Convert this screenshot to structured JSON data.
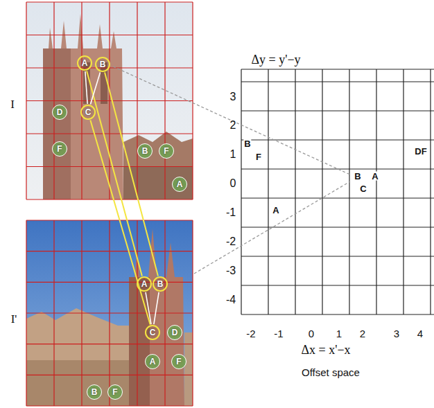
{
  "diagram": {
    "nodes": [
      {
        "text": [
          "A"
        ]
      },
      {
        "text": [
          "B"
        ]
      },
      {
        "text": [
          "C"
        ]
      },
      {
        "text": [
          "D"
        ]
      },
      {
        "text": [
          "F"
        ]
      },
      {
        "text": [
          "B"
        ]
      },
      {
        "text": [
          "F"
        ]
      },
      {
        "text": [
          "A"
        ]
      },
      {
        "text": [
          "A"
        ]
      },
      {
        "text": [
          "B"
        ]
      },
      {
        "text": [
          "C"
        ]
      },
      {
        "text": [
          "D"
        ]
      },
      {
        "text": [
          "A"
        ]
      },
      {
        "text": [
          "F"
        ]
      },
      {
        "text": [
          "B"
        ]
      },
      {
        "text": [
          "F"
        ]
      }
    ],
    "edges": [
      {
        "from": 0,
        "to": 8,
        "arrow": "none"
      },
      {
        "from": 1,
        "to": 9,
        "arrow": "none"
      },
      {
        "from": 2,
        "to": 10,
        "arrow": "none"
      },
      {
        "from": 0,
        "to": 2,
        "arrow": "none"
      },
      {
        "from": 1,
        "to": 2,
        "arrow": "none"
      },
      {
        "from": 8,
        "to": 10,
        "arrow": "none"
      },
      {
        "from": 9,
        "to": 10,
        "arrow": "none"
      }
    ],
    "labels": [
      "I",
      "I'",
      "Δy = y'−y",
      "3",
      "2",
      "1",
      "0",
      "-1",
      "-2",
      "-3",
      "-4",
      "-2",
      "-1",
      "0",
      "1",
      "2",
      "3",
      "4",
      "Δx = x'−x",
      "Offset space",
      "B",
      "F",
      "DF",
      "B",
      "A",
      "C",
      "A"
    ]
  }
}
